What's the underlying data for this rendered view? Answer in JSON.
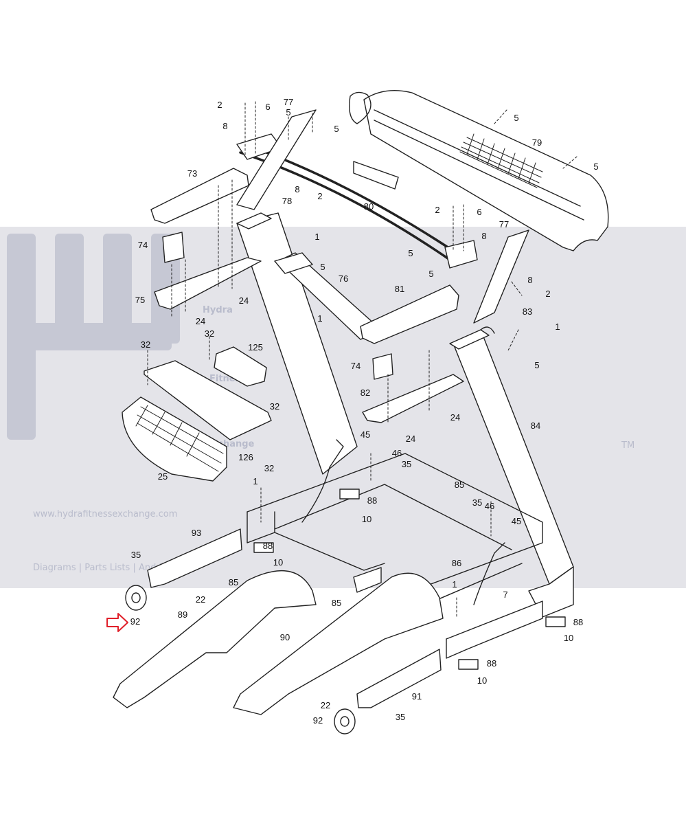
{
  "watermark": {
    "brand_line1": "Hydra",
    "brand_line2": "Fitness",
    "brand_line3": "Exchange",
    "trademark": "TM",
    "url": "www.hydrafitnessexchange.com",
    "tagline": "Diagrams | Parts Lists | And More",
    "band_color": "#e4e4e9",
    "text_color": "#b9bccc"
  },
  "highlight": {
    "part": "92",
    "arrow_color": "#e0202a",
    "icon": "arrow-right-icon"
  },
  "callouts": [
    {
      "id": "c2a",
      "label": "2"
    },
    {
      "id": "c6a",
      "label": "6"
    },
    {
      "id": "c77a",
      "label": "77"
    },
    {
      "id": "c8a",
      "label": "8"
    },
    {
      "id": "c5a",
      "label": "5"
    },
    {
      "id": "c5b",
      "label": "5"
    },
    {
      "id": "c5c",
      "label": "5"
    },
    {
      "id": "c79",
      "label": "79"
    },
    {
      "id": "c5d",
      "label": "5"
    },
    {
      "id": "c73",
      "label": "73"
    },
    {
      "id": "c8b",
      "label": "8"
    },
    {
      "id": "c2b",
      "label": "2"
    },
    {
      "id": "c78",
      "label": "78"
    },
    {
      "id": "c80",
      "label": "80"
    },
    {
      "id": "c2c",
      "label": "2"
    },
    {
      "id": "c6b",
      "label": "6"
    },
    {
      "id": "c77b",
      "label": "77"
    },
    {
      "id": "c1a",
      "label": "1"
    },
    {
      "id": "c8c",
      "label": "8"
    },
    {
      "id": "c74a",
      "label": "74"
    },
    {
      "id": "c5e",
      "label": "5"
    },
    {
      "id": "c5f",
      "label": "5"
    },
    {
      "id": "c5g",
      "label": "5"
    },
    {
      "id": "c76",
      "label": "76"
    },
    {
      "id": "c8d",
      "label": "8"
    },
    {
      "id": "c2d",
      "label": "2"
    },
    {
      "id": "c81",
      "label": "81"
    },
    {
      "id": "c75",
      "label": "75"
    },
    {
      "id": "c24a",
      "label": "24"
    },
    {
      "id": "c1b",
      "label": "1"
    },
    {
      "id": "c83",
      "label": "83"
    },
    {
      "id": "c1c",
      "label": "1"
    },
    {
      "id": "c24b",
      "label": "24"
    },
    {
      "id": "c32a",
      "label": "32"
    },
    {
      "id": "c32b",
      "label": "32"
    },
    {
      "id": "c125",
      "label": "125"
    },
    {
      "id": "c5h",
      "label": "5"
    },
    {
      "id": "c74b",
      "label": "74"
    },
    {
      "id": "c82",
      "label": "82"
    },
    {
      "id": "c32c",
      "label": "32"
    },
    {
      "id": "c24c",
      "label": "24"
    },
    {
      "id": "c84",
      "label": "84"
    },
    {
      "id": "c24d",
      "label": "24"
    },
    {
      "id": "c45a",
      "label": "45"
    },
    {
      "id": "c46a",
      "label": "46"
    },
    {
      "id": "c35a",
      "label": "35"
    },
    {
      "id": "c126",
      "label": "126"
    },
    {
      "id": "c32d",
      "label": "32"
    },
    {
      "id": "c25",
      "label": "25"
    },
    {
      "id": "c1d",
      "label": "1"
    },
    {
      "id": "c85a",
      "label": "85"
    },
    {
      "id": "c88a",
      "label": "88"
    },
    {
      "id": "c35b",
      "label": "35"
    },
    {
      "id": "c46b",
      "label": "46"
    },
    {
      "id": "c10a",
      "label": "10"
    },
    {
      "id": "c45b",
      "label": "45"
    },
    {
      "id": "c93",
      "label": "93"
    },
    {
      "id": "c88b",
      "label": "88"
    },
    {
      "id": "c35c",
      "label": "35"
    },
    {
      "id": "c10b",
      "label": "10"
    },
    {
      "id": "c86",
      "label": "86"
    },
    {
      "id": "c85b",
      "label": "85"
    },
    {
      "id": "c1e",
      "label": "1"
    },
    {
      "id": "c22a",
      "label": "22"
    },
    {
      "id": "c7",
      "label": "7"
    },
    {
      "id": "c85c",
      "label": "85"
    },
    {
      "id": "c92a",
      "label": "92"
    },
    {
      "id": "c89",
      "label": "89"
    },
    {
      "id": "c88c",
      "label": "88"
    },
    {
      "id": "c10c",
      "label": "10"
    },
    {
      "id": "c90",
      "label": "90"
    },
    {
      "id": "c88d",
      "label": "88"
    },
    {
      "id": "c10d",
      "label": "10"
    },
    {
      "id": "c91",
      "label": "91"
    },
    {
      "id": "c22b",
      "label": "22"
    },
    {
      "id": "c92b",
      "label": "92"
    },
    {
      "id": "c35d",
      "label": "35"
    }
  ]
}
